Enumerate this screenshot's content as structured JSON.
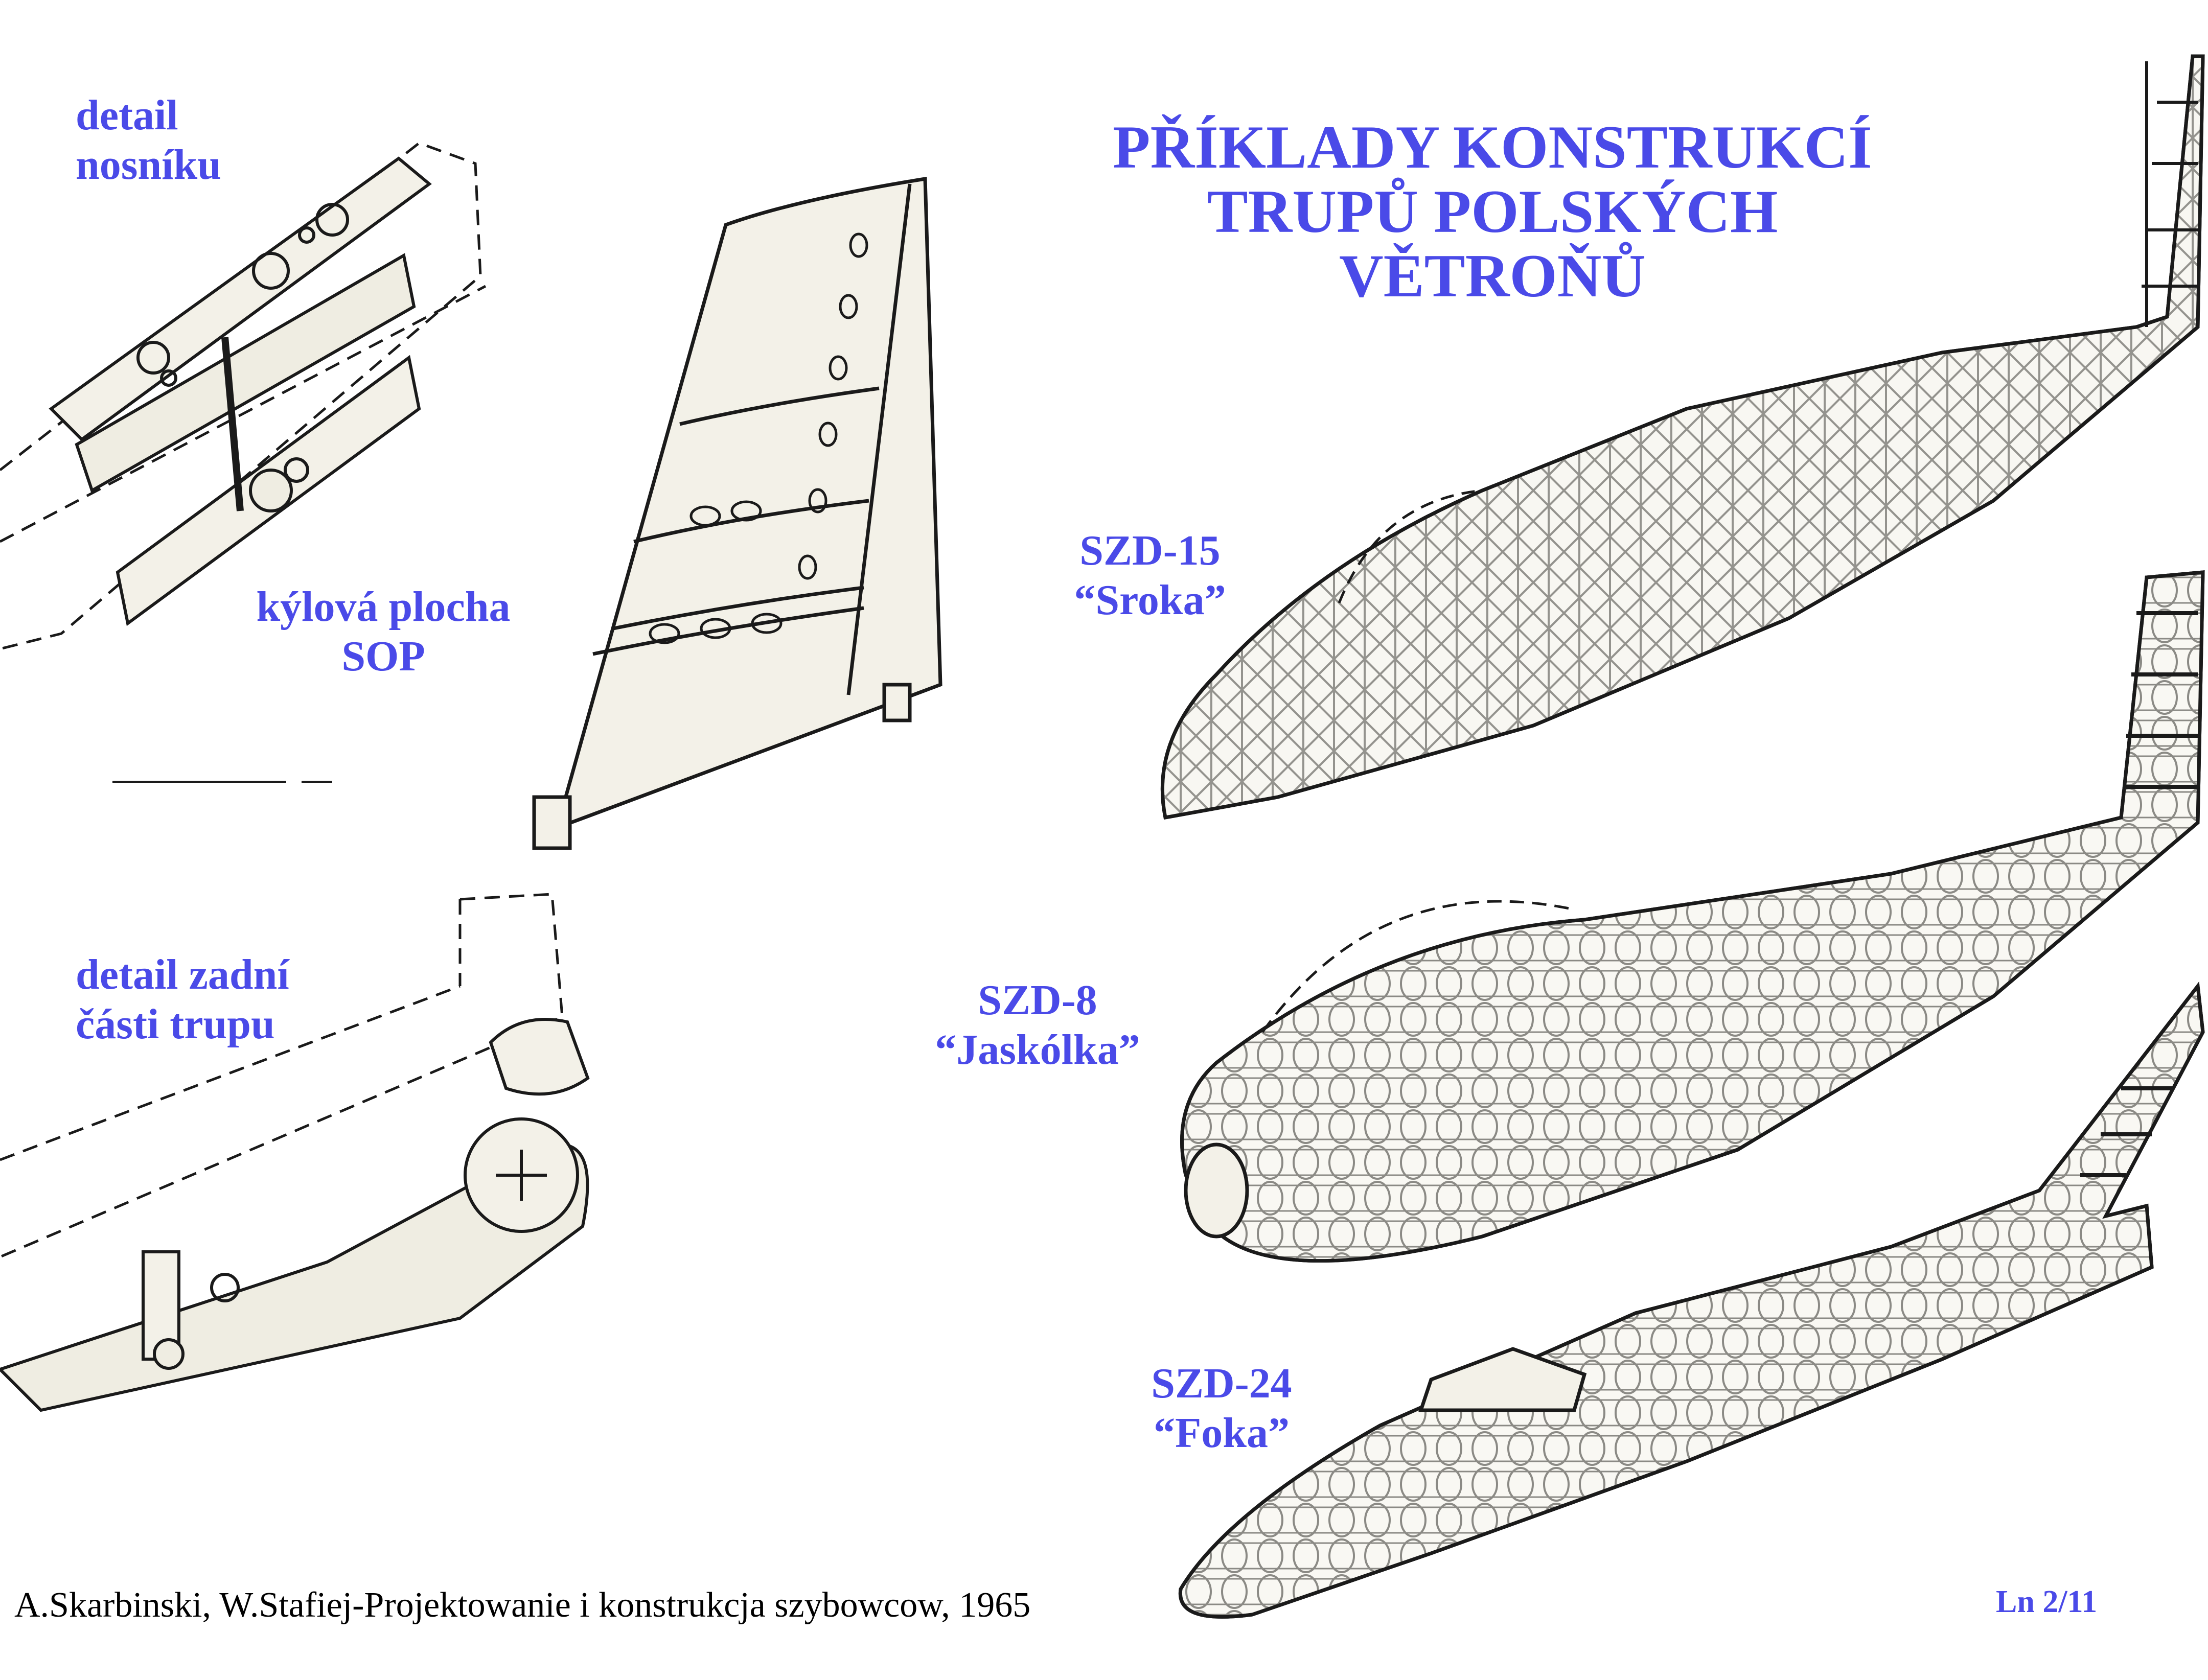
{
  "title": {
    "line1": "PŘÍKLADY  KONSTRUKCÍ",
    "line2": "TRUPŮ  POLSKÝCH",
    "line3": "VĚTROŇŮ"
  },
  "labels": {
    "spar_detail": {
      "line1": "detail",
      "line2": "nosníku"
    },
    "fin": {
      "line1": "kýlová plocha",
      "line2": "SOP"
    },
    "rear_detail": {
      "line1": "detail zadní",
      "line2": "části trupu"
    }
  },
  "gliders": [
    {
      "code": "SZD-15",
      "name": "“Sroka”"
    },
    {
      "code": "SZD-8",
      "name": "“Jaskólka”"
    },
    {
      "code": "SZD-24",
      "name": "“Foka”"
    }
  ],
  "source": "A.Skarbinski, W.Stafiej-Projektowanie i konstrukcja szybowcow, 1965",
  "page_ref": "Ln 2/11",
  "colors": {
    "accent": "#4a4ae8",
    "ink": "#1a1a1a",
    "paper": "#f3f1e8"
  }
}
